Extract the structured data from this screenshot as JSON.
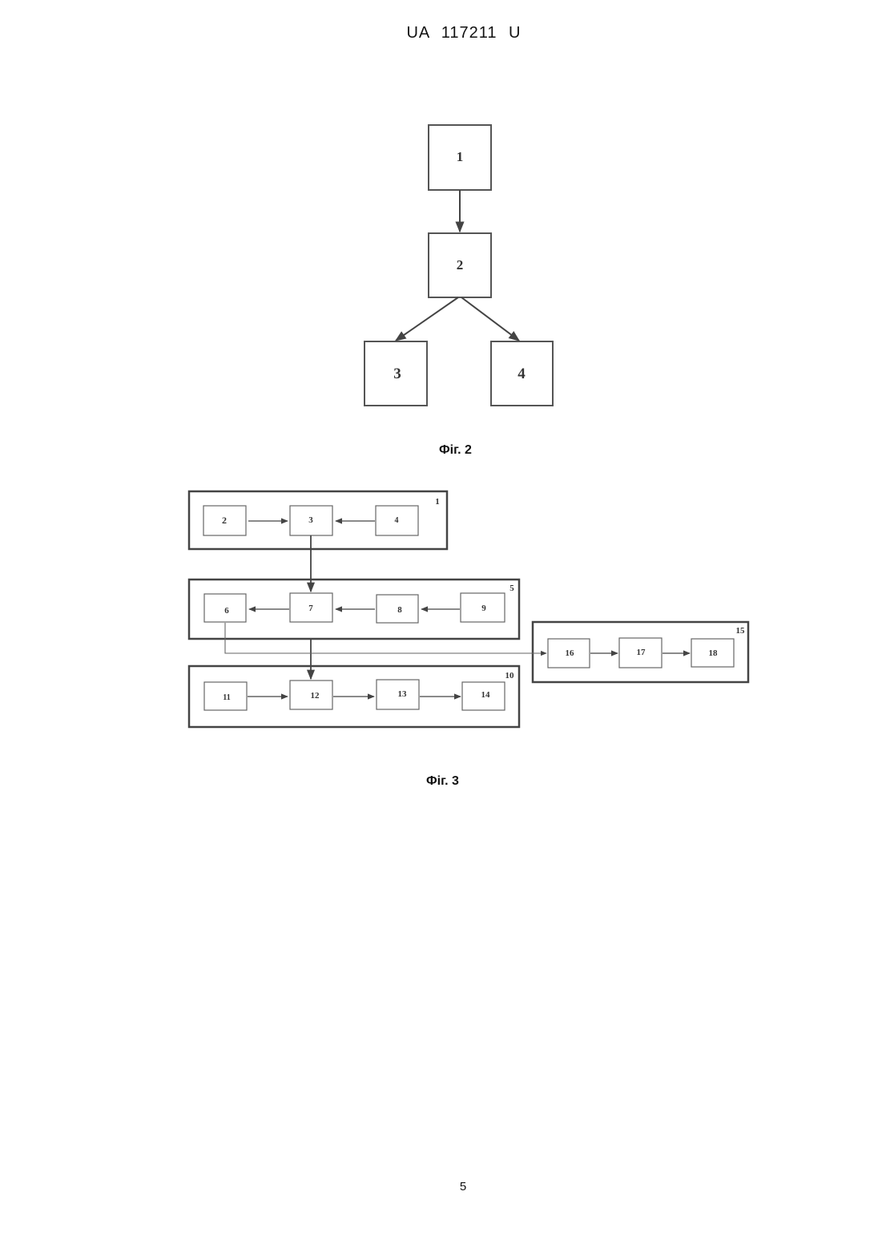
{
  "header": {
    "doc_number": "UA   117211   U"
  },
  "fig2": {
    "caption": "Фіг. 2",
    "blocks": [
      "1",
      "2",
      "3",
      "4"
    ]
  },
  "fig3": {
    "caption": "Фіг. 3",
    "groups": [
      "1",
      "5",
      "10",
      "15"
    ],
    "blocks": [
      "2",
      "3",
      "4",
      "6",
      "7",
      "8",
      "9",
      "11",
      "12",
      "13",
      "14",
      "16",
      "17",
      "18"
    ]
  },
  "footer": {
    "page_number": "5"
  }
}
